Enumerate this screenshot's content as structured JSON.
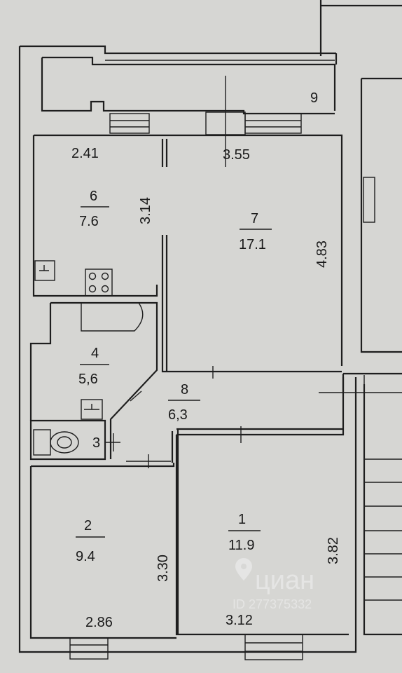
{
  "rooms": [
    {
      "number": "9",
      "area": ""
    },
    {
      "number": "6",
      "area": "7.6"
    },
    {
      "number": "7",
      "area": "17.1"
    },
    {
      "number": "4",
      "area": "5,6"
    },
    {
      "number": "3",
      "area": ""
    },
    {
      "number": "8",
      "area": "6,3"
    },
    {
      "number": "2",
      "area": "9.4"
    },
    {
      "number": "1",
      "area": "11.9"
    }
  ],
  "dimensions": [
    "2.41",
    "3.55",
    "3.14",
    "4.83",
    "3.30",
    "2.86",
    "3.82",
    "3.12"
  ],
  "watermark": {
    "brand": "циан",
    "id": "ID 277375332"
  }
}
